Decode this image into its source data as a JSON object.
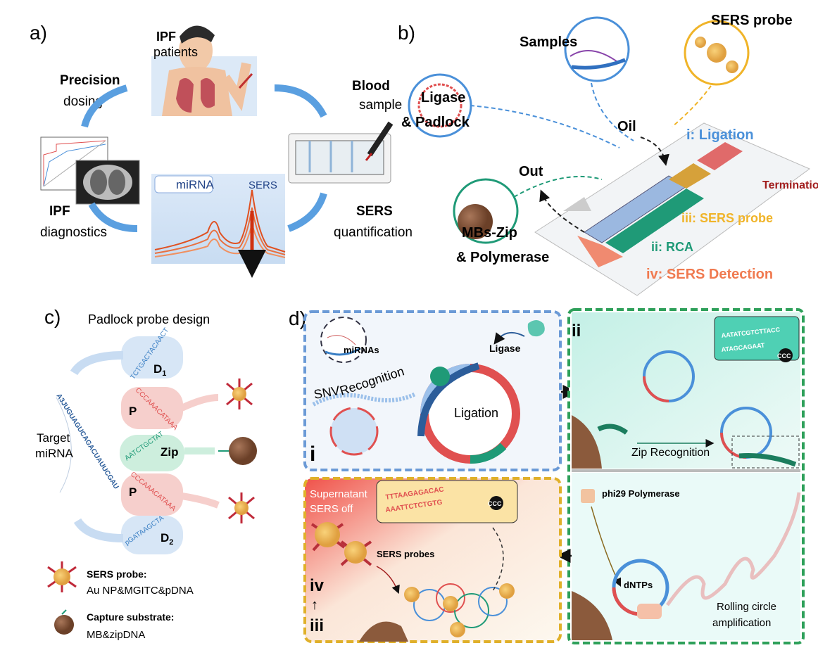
{
  "panel_a": {
    "label": "a)",
    "ipf": "IPF",
    "patients": "patients",
    "blood": "Blood",
    "sample": "sample",
    "sers": "SERS",
    "quantification": "quantification",
    "ipf_diag": "IPF",
    "diagnostics": "diagnostics",
    "precision": "Precision",
    "dosing": "dosing",
    "mirna": "miRNA",
    "sers_spectrum": "SERS"
  },
  "panel_b": {
    "label": "b)",
    "samples": "Samples",
    "sers_probe": "SERS probe",
    "ligase_line1": "Ligase",
    "ligase_line2": "& Padlock",
    "oil": "Oil",
    "ligation": "i: Ligation",
    "termination": "Termination",
    "out": "Out",
    "step_iii": "iii: SERS probe",
    "mbs_line1": "MBs-Zip",
    "mbs_line2": "& Polymerase",
    "step_ii": "ii: RCA",
    "step_iv": "iv: SERS Detection"
  },
  "panel_c": {
    "label": "c)",
    "title": "Padlock probe design",
    "target_line1": "Target",
    "target_line2": "miRNA",
    "target_seq": "A3JUGUAGUCAGACUAUUCGAU",
    "d1_seq": "TCTGACTACAACT",
    "p1_seq": "CCCAAACATAAA",
    "zip_seq": "AATCTGCTAT",
    "p2_seq": "CCCAAACATAAA",
    "d2_seq": "pGATAAGCTA",
    "d1": "D",
    "d1_sub": "1",
    "p": "P",
    "zip": "Zip",
    "d2": "D",
    "d2_sub": "2",
    "legend": [
      {
        "title": "SERS probe:",
        "desc": "Au NP&MGITC&pDNA"
      },
      {
        "title": "Capture substrate:",
        "desc": "MB&zipDNA"
      }
    ]
  },
  "panel_d": {
    "label": "d)",
    "i": {
      "numeral": "i",
      "mirnas": "miRNAs",
      "snv": "SNV",
      "recognition": "Recognition",
      "ligase": "Ligase",
      "ligation": "Ligation"
    },
    "ii": {
      "numeral": "ii",
      "zip_recognition": "Zip Recognition",
      "inset_top": "AATATCGTCTTACC",
      "inset_bottom": "ATAGCAGAAT",
      "ccc": "CCC"
    },
    "rca": {
      "polymerase": "phi29 Polymerase",
      "dntps": "dNTPs",
      "rolling_line1": "Rolling circle",
      "rolling_line2": "amplification"
    },
    "iv": {
      "numeral_iv": "iv",
      "arrow": "↑",
      "numeral_iii": "iii",
      "supernatant_line1": "Supernatant",
      "supernatant_line2": "SERS off",
      "sers_probes": "SERS probes",
      "inset_top": "TTTAAGAGACAC",
      "inset_bottom": "AAATTCTCTGTG",
      "ccc": "CCC"
    }
  },
  "colors": {
    "blue": "#4a90d9",
    "light_blue": "#dbe9f7",
    "red": "#e8524a",
    "pink": "#f7cfcc",
    "teal": "#1f9a77",
    "mint": "#cdeee0",
    "gold": "#f0b429",
    "orange": "#f07a50",
    "dark_red": "#a11d1d",
    "brown": "#8b5a3c"
  }
}
